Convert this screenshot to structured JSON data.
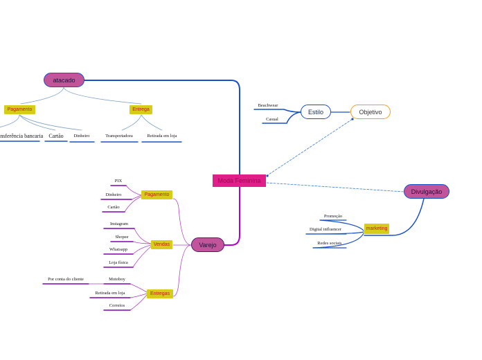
{
  "central": "Moda Feminina",
  "atacado": {
    "label": "atacado",
    "pagamento": {
      "label": "Pagamento",
      "items": [
        "ransferência bancaria",
        "Cartão",
        "Dinheiro"
      ]
    },
    "entrega": {
      "label": "Entrega",
      "items": [
        "Transportadora",
        "Retirada em loja"
      ]
    }
  },
  "varejo": {
    "label": "Varejo",
    "pagamento": {
      "label": "Pagamento",
      "items": [
        "PIX",
        "Dinheiro",
        "Cartão"
      ]
    },
    "vendas": {
      "label": "Vendas",
      "items": [
        "Instagram",
        "Shopee",
        "Whatsapp",
        "Loja física"
      ]
    },
    "entregas": {
      "label": "Entregas",
      "items": [
        "Motoboy",
        "Retirada em loja",
        "Correios"
      ],
      "motoboy_sub": "Por conta do cliente"
    }
  },
  "estilo": {
    "label": "Estilo",
    "items": [
      "Beachwear",
      "Casual"
    ]
  },
  "objetivo": {
    "label": "Objetivo"
  },
  "divulgacao": {
    "label": "Divulgação",
    "marketing": {
      "label": "marketing",
      "items": [
        "Promoção",
        "Digital influencer",
        "Redes sociais"
      ]
    }
  },
  "colors": {
    "central": "#e0208a",
    "purple_line": "#b040c8",
    "blue_line": "#1650c8",
    "tag": "#d8cc1a",
    "tag_text": "#c01818"
  }
}
